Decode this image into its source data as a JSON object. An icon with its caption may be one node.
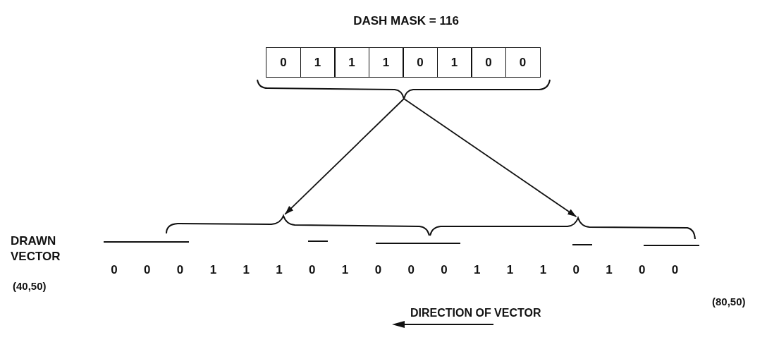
{
  "diagram": {
    "title": "DASH MASK = 116",
    "nodes": [
      {
        "text": [
          "0"
        ]
      },
      {
        "text": [
          "1"
        ]
      },
      {
        "text": [
          "1"
        ]
      },
      {
        "text": [
          "1"
        ]
      },
      {
        "text": [
          "0"
        ]
      },
      {
        "text": [
          "1"
        ]
      },
      {
        "text": [
          "0"
        ]
      },
      {
        "text": [
          "0"
        ]
      },
      {
        "text": [],
        "shape": "brace"
      },
      {
        "text": [],
        "shape": "brace"
      },
      {
        "text": [],
        "shape": "brace"
      }
    ],
    "edges": [
      {
        "from": 8,
        "to": 9,
        "arrow": "to"
      },
      {
        "from": 8,
        "to": 10,
        "arrow": "to"
      }
    ],
    "labels": [
      "DRAWN VECTOR",
      "(40,50)",
      "0",
      "0",
      "0",
      "1",
      "1",
      "1",
      "0",
      "1",
      "0",
      "0",
      "0",
      "1",
      "1",
      "1",
      "0",
      "1",
      "0",
      "0",
      "(80,50)",
      "DIRECTION OF VECTOR"
    ]
  }
}
